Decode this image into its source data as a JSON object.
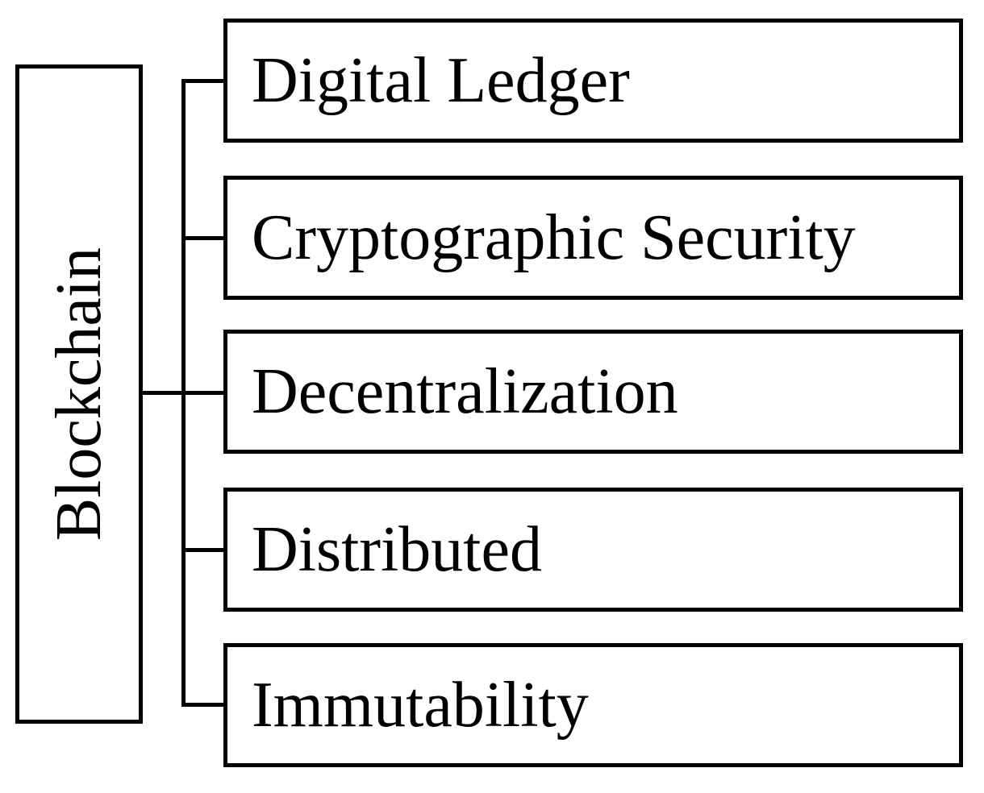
{
  "diagram": {
    "type": "tree",
    "root": {
      "label": "Blockchain"
    },
    "children": [
      {
        "label": "Digital Ledger"
      },
      {
        "label": "Cryptographic Security"
      },
      {
        "label": "Decentralization"
      },
      {
        "label": "Distributed"
      },
      {
        "label": "Immutability"
      }
    ],
    "colors": {
      "line": "#000000",
      "box_fill": "#ffffff",
      "text": "#000000",
      "background": "#ffffff"
    }
  }
}
